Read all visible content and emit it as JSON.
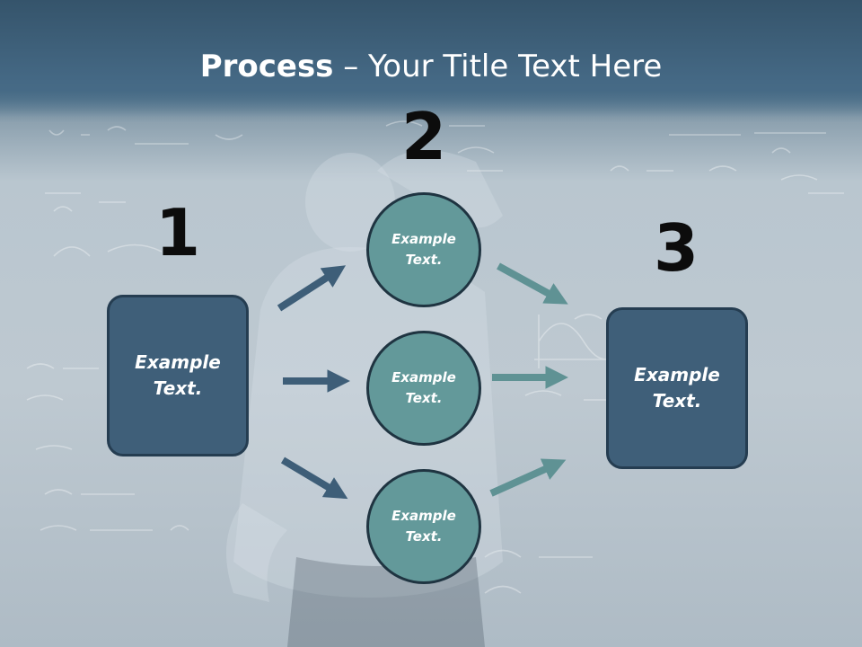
{
  "title": {
    "bold": "Process",
    "rest": " – Your Title Text Here"
  },
  "steps": [
    {
      "number": "1",
      "text": "Example Text."
    },
    {
      "number": "2",
      "items": [
        "Example Text.",
        "Example Text.",
        "Example Text."
      ]
    },
    {
      "number": "3",
      "text": "Example Text."
    }
  ],
  "colors": {
    "dark_box": "#3f5f79",
    "teal_circle": "#63999a",
    "dark_arrow": "#3e5e78",
    "teal_arrow": "#5f9294"
  }
}
